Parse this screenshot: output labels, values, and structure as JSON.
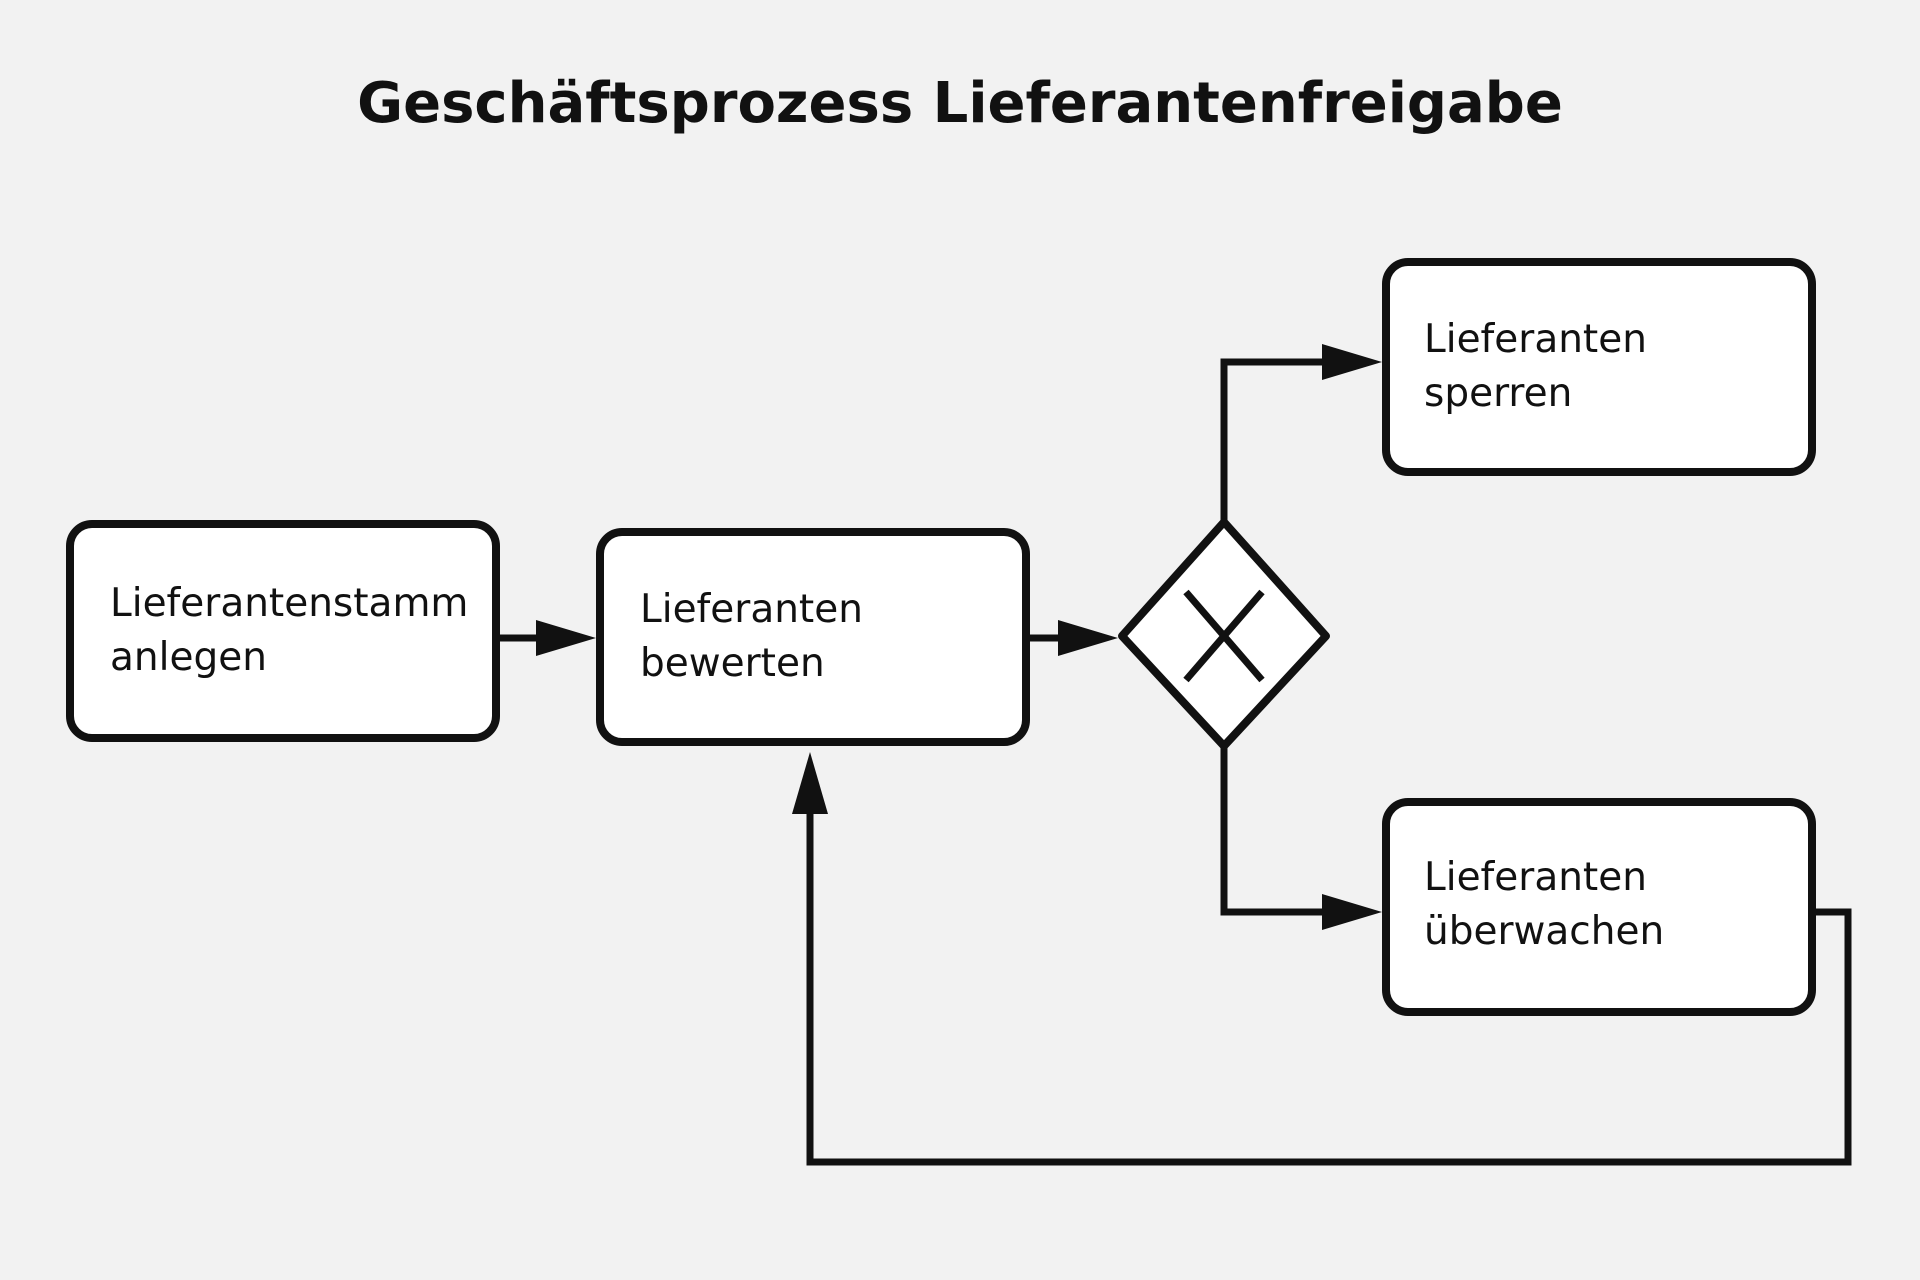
{
  "title": "Geschäftsprozess Lieferantenfreigabe",
  "colors": {
    "background": "#f2f2f2",
    "node_fill": "#ffffff",
    "stroke": "#111111"
  },
  "nodes": {
    "create": {
      "line1": "Lieferantenstamm",
      "line2": "anlegen"
    },
    "evaluate": {
      "line1": "Lieferanten",
      "line2": "bewerten"
    },
    "gateway": {
      "type": "exclusive-gateway",
      "icon": "x-icon"
    },
    "block": {
      "line1": "Lieferanten",
      "line2": "sperren"
    },
    "monitor": {
      "line1": "Lieferanten",
      "line2": "überwachen"
    }
  },
  "edges": [
    {
      "from": "create",
      "to": "evaluate"
    },
    {
      "from": "evaluate",
      "to": "gateway"
    },
    {
      "from": "gateway",
      "to": "block"
    },
    {
      "from": "gateway",
      "to": "monitor"
    },
    {
      "from": "monitor",
      "to": "evaluate"
    }
  ]
}
